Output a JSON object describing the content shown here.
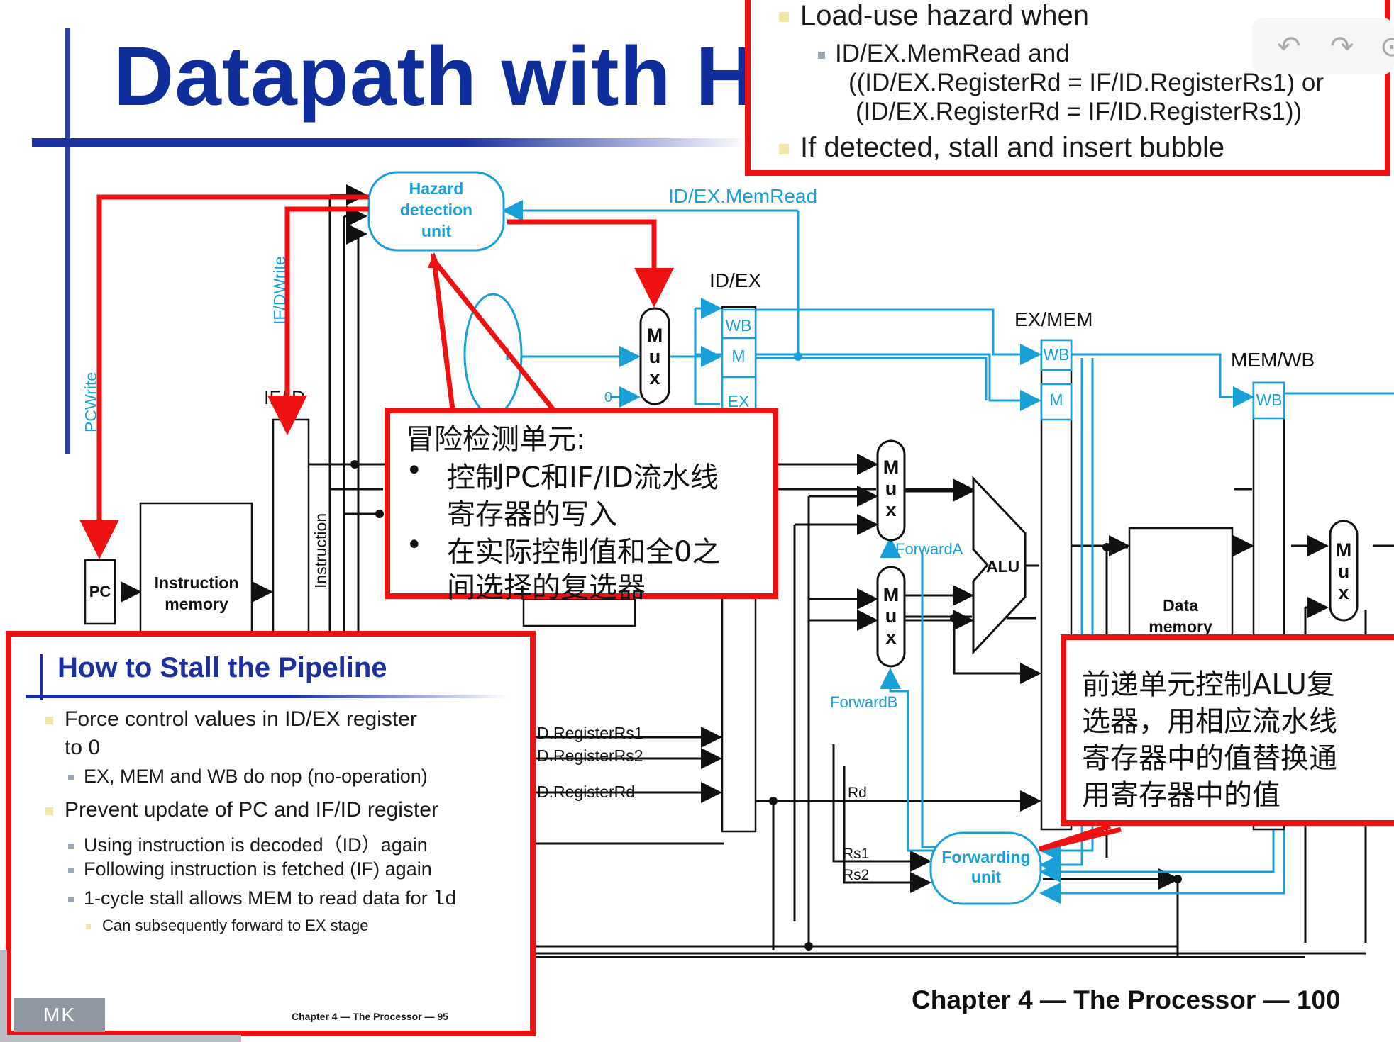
{
  "slide": {
    "title": "Datapath with Ha",
    "footer": "Chapter 4 — The Processor — 100"
  },
  "diagram": {
    "hazard_unit": [
      "Hazard",
      "detection",
      "unit"
    ],
    "forwarding_unit": [
      "Forwarding",
      "unit"
    ],
    "pc": "PC",
    "instruction_memory": [
      "Instruction",
      "memory"
    ],
    "data_memory": [
      "Data",
      "memory"
    ],
    "alu": "ALU",
    "mux_letters": [
      "M",
      "u",
      "x"
    ],
    "zero": "0",
    "registers": {
      "if_id": "IF/ID",
      "id_ex": "ID/EX",
      "ex_mem": "EX/MEM",
      "mem_wb": "MEM/WB"
    },
    "fields": {
      "wb": "WB",
      "m": "M",
      "ex": "EX"
    },
    "signals": {
      "pcwrite": "PCWrite",
      "ifdwrite": "IF/DWrite",
      "idex_memread": "ID/EX.MemRead",
      "instruction": "Instruction",
      "forwarda": "ForwardA",
      "forwardb": "ForwardB",
      "rs1_long": "D.RegisterRs1",
      "rs2_long": "D.RegisterRs2",
      "rd_long": "D.RegisterRd",
      "rd": "Rd",
      "rs1": "Rs1",
      "rs2": "Rs2",
      "control_fragment": "l"
    }
  },
  "popup_top": {
    "line1": "Load-use hazard when",
    "line2": "ID/EX.MemRead and",
    "line3": "((ID/EX.RegisterRd = IF/ID.RegisterRs1) or",
    "line4": "(ID/EX.RegisterRd = IF/ID.RegisterRs1))",
    "line5": "If detected, stall and insert bubble"
  },
  "note_hazard": {
    "title": "冒险检测单元:",
    "b1": "控制PC和IF/ID流水线",
    "b1b": "寄存器的写入",
    "b2": "在实际控制值和全0之",
    "b2b": "间选择的复选器"
  },
  "note_forward": {
    "l1": "前递单元控制ALU复",
    "l2": "选器，用相应流水线",
    "l3": "寄存器中的值替换通",
    "l4": "用寄存器中的值"
  },
  "inset": {
    "title": "How to Stall the Pipeline",
    "b1": "Force control values in ID/EX register",
    "b1b": "to 0",
    "b1s": "EX, MEM and WB do nop (no-operation)",
    "b2": "Prevent update of PC and IF/ID register",
    "b2s1": "Using instruction is decoded（ID）again",
    "b2s2": "Following instruction is fetched (IF) again",
    "b2s3_pre": "1-cycle stall allows MEM to read data for ",
    "b2s3_code": "ld",
    "b2s3s": "Can subsequently forward to EX stage",
    "footer": "Chapter 4 — The Processor — 95",
    "logo": "MK"
  },
  "colors": {
    "red": "#ee1111",
    "blue_wire": "#1aa0d8",
    "title_blue": "#0f2e9c"
  },
  "icons": [
    "undo-icon",
    "redo-icon",
    "more-icon"
  ]
}
